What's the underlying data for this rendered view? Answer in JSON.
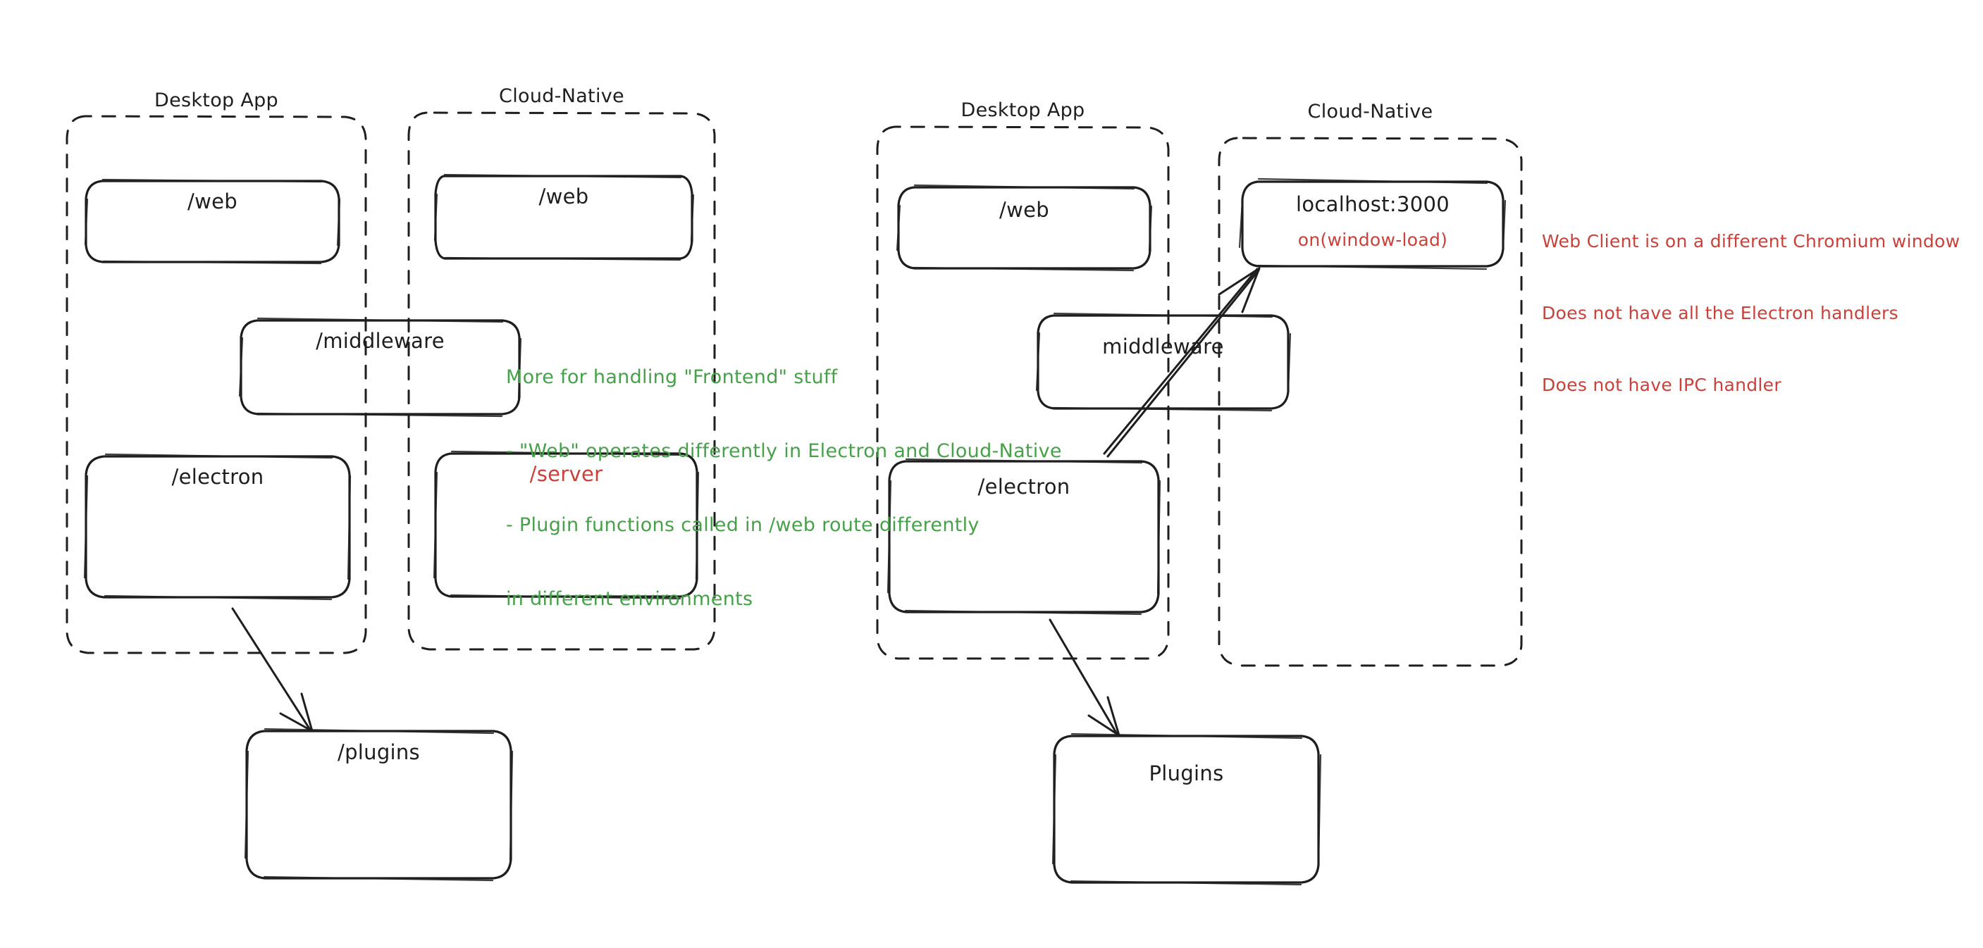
{
  "diagram": {
    "type": "architecture-diagram",
    "style": "hand-drawn",
    "background": "#ffffff",
    "colors": {
      "stroke": "#1e1e1e",
      "green_annotation": "#47a04a",
      "red_annotation": "#c9413a"
    },
    "panels": [
      {
        "id": "left-panel",
        "groups": [
          {
            "id": "left-desktop-app",
            "title": "Desktop App",
            "nodes": [
              {
                "id": "left-desktop-web",
                "label": "/web"
              },
              {
                "id": "left-desktop-electron",
                "label": "/electron"
              }
            ]
          },
          {
            "id": "left-cloud-native",
            "title": "Cloud-Native",
            "nodes": [
              {
                "id": "left-cloud-web",
                "label": "/web"
              },
              {
                "id": "left-cloud-server",
                "label": "/server",
                "color": "#c9413a"
              }
            ]
          }
        ],
        "shared_nodes": [
          {
            "id": "left-middleware",
            "label": "/middleware"
          },
          {
            "id": "left-plugins",
            "label": "/plugins"
          }
        ],
        "annotations": [
          {
            "id": "green-note",
            "color": "#47a04a",
            "lines": [
              "More for handling \"Frontend\" stuff",
              "- \"Web\" operates differently in Electron and Cloud-Native",
              "- Plugin functions called in /web route differently",
              "in different environments"
            ]
          }
        ],
        "arrows": [
          {
            "from": "left-desktop-electron",
            "to": "left-plugins"
          }
        ]
      },
      {
        "id": "right-panel",
        "groups": [
          {
            "id": "right-desktop-app",
            "title": "Desktop App",
            "nodes": [
              {
                "id": "right-desktop-web",
                "label": "/web"
              },
              {
                "id": "right-desktop-electron",
                "label": "/electron"
              }
            ]
          },
          {
            "id": "right-cloud-native",
            "title": "Cloud-Native",
            "nodes": [
              {
                "id": "right-localhost",
                "label": "localhost:3000",
                "sublabel": "on(window-load)",
                "sublabel_color": "#c9413a"
              }
            ]
          }
        ],
        "shared_nodes": [
          {
            "id": "right-middleware",
            "label": "middleware"
          },
          {
            "id": "right-plugins",
            "label": "Plugins"
          }
        ],
        "annotations": [
          {
            "id": "red-note",
            "color": "#c9413a",
            "lines": [
              "Web Client is on a different Chromium window",
              "Does not have all the Electron handlers",
              "Does not have IPC handler"
            ]
          }
        ],
        "arrows": [
          {
            "from": "right-desktop-electron",
            "to": "right-plugins"
          },
          {
            "from": "right-desktop-electron",
            "to": "right-localhost"
          }
        ]
      }
    ]
  },
  "labels": {
    "left": {
      "desktop_title": "Desktop App",
      "cloud_title": "Cloud-Native",
      "web_desktop": "/web",
      "web_cloud": "/web",
      "middleware": "/middleware",
      "electron": "/electron",
      "server": "/server",
      "plugins": "/plugins",
      "note_l1": "More for handling \"Frontend\" stuff",
      "note_l2": "- \"Web\" operates differently in Electron and Cloud-Native",
      "note_l3": "- Plugin functions called in /web route differently",
      "note_l4": "in different environments"
    },
    "right": {
      "desktop_title": "Desktop App",
      "cloud_title": "Cloud-Native",
      "web_desktop": "/web",
      "localhost": "localhost:3000",
      "localhost_sub": "on(window-load)",
      "middleware": "middleware",
      "electron": "/electron",
      "plugins": "Plugins",
      "note_l1": "Web Client is on a different Chromium window",
      "note_l2": "Does not have all the Electron handlers",
      "note_l3": "Does not have IPC handler"
    }
  }
}
